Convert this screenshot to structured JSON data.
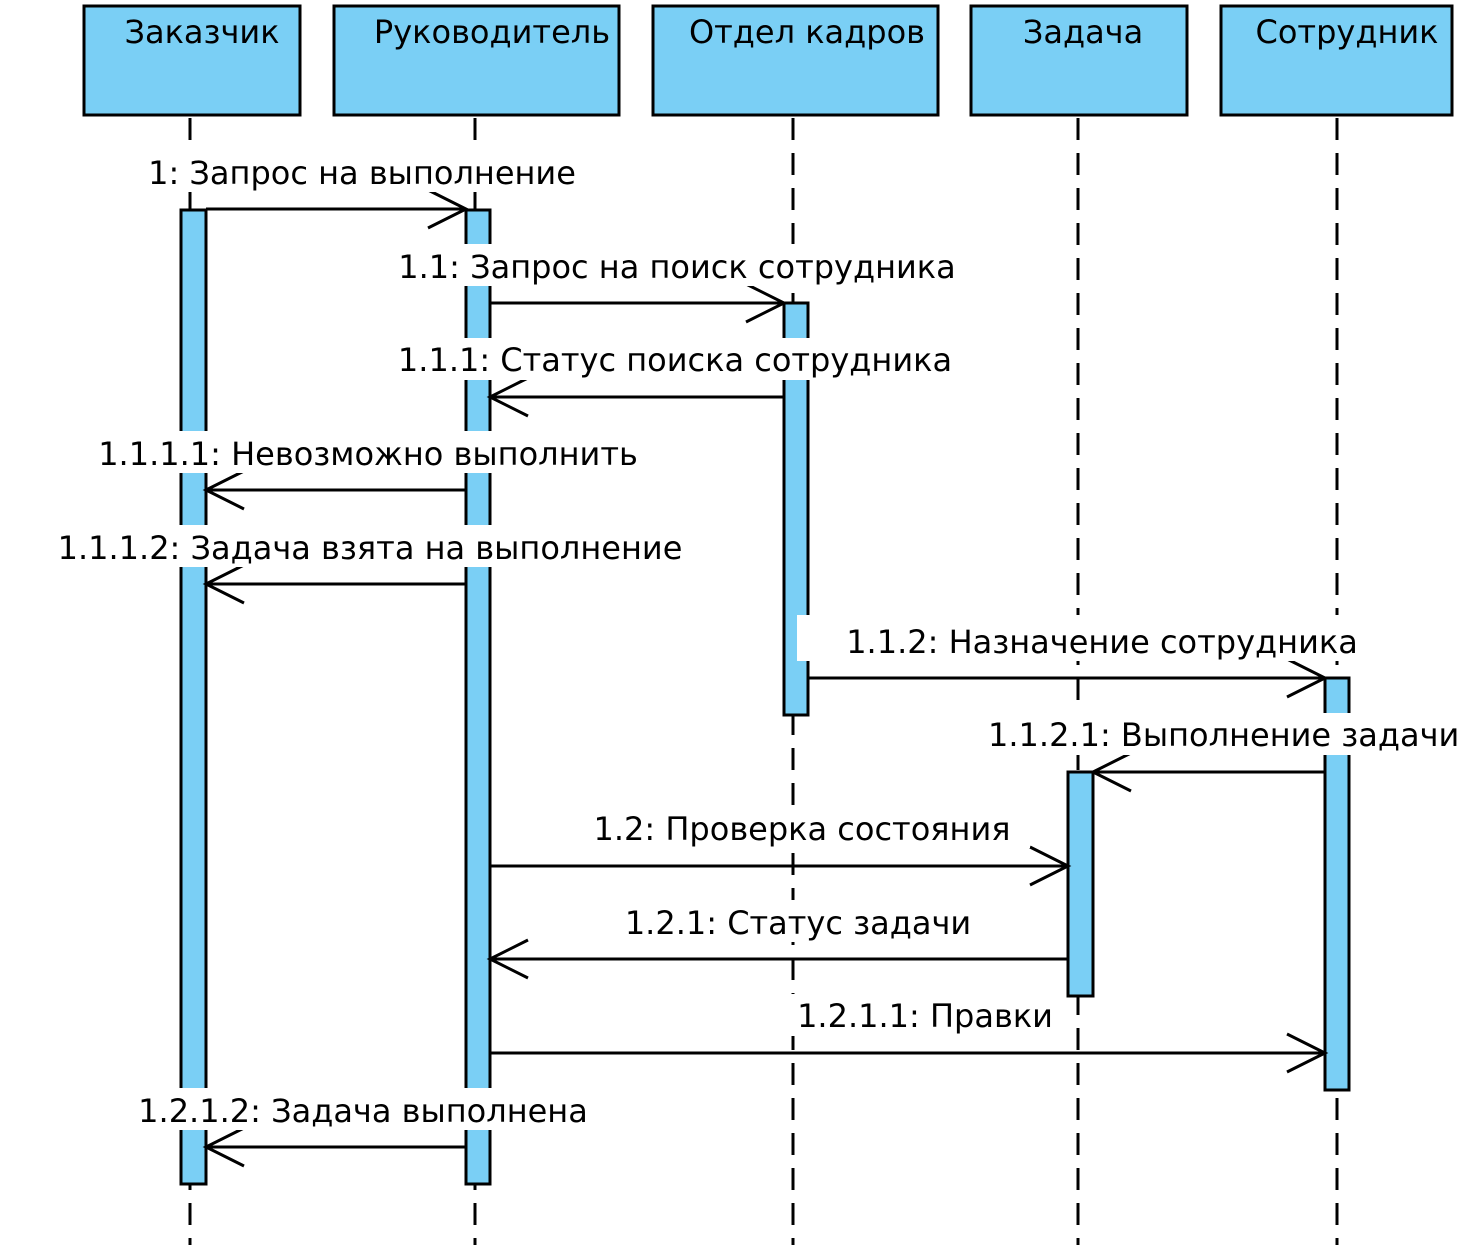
{
  "diagram": {
    "type": "uml-sequence",
    "colors": {
      "fill": "#7acff5",
      "stroke": "#000000",
      "background": "#ffffff"
    },
    "participants": [
      {
        "id": "p1",
        "name": "Заказчик"
      },
      {
        "id": "p2",
        "name": "Руководитель"
      },
      {
        "id": "p3",
        "name": "Отдел кадров"
      },
      {
        "id": "p4",
        "name": "Задача"
      },
      {
        "id": "p5",
        "name": "Сотрудник"
      }
    ],
    "messages": [
      {
        "label": "1: Запрос на выполнение",
        "from": "p1",
        "to": "p2"
      },
      {
        "label": "1.1: Запрос на поиск сотрудника",
        "from": "p2",
        "to": "p3"
      },
      {
        "label": "1.1.1: Статус поиска сотрудника",
        "from": "p3",
        "to": "p2"
      },
      {
        "label": "1.1.1.1: Невозможно выполнить",
        "from": "p2",
        "to": "p1"
      },
      {
        "label": "1.1.1.2: Задача взята на выполнение",
        "from": "p2",
        "to": "p1"
      },
      {
        "label": "1.1.2: Назначение сотрудника",
        "from": "p3",
        "to": "p5"
      },
      {
        "label": "1.1.2.1: Выполнение задачи",
        "from": "p5",
        "to": "p4"
      },
      {
        "label": "1.2: Проверка состояния",
        "from": "p2",
        "to": "p4"
      },
      {
        "label": "1.2.1: Статус задачи",
        "from": "p4",
        "to": "p2"
      },
      {
        "label": "1.2.1.1: Правки",
        "from": "p2",
        "to": "p5"
      },
      {
        "label": "1.2.1.2: Задача выполнена",
        "from": "p2",
        "to": "p1"
      }
    ]
  }
}
